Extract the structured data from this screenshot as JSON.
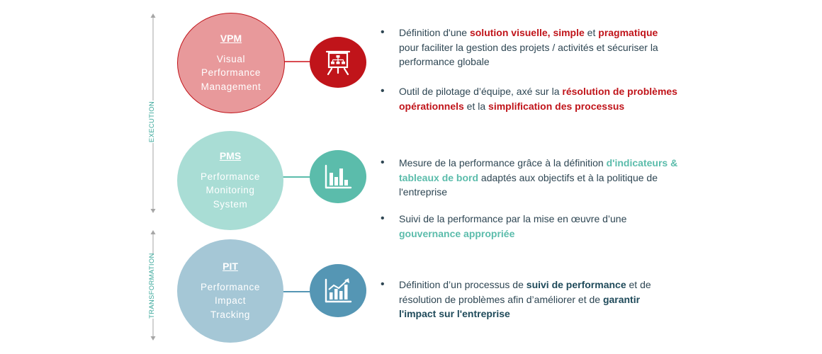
{
  "axis": {
    "execution_label": "EXECUTION",
    "transformation_label": "TRANSFORMATION",
    "color": "#3aa79a",
    "arrow_color": "#a6a6a6"
  },
  "rows": [
    {
      "abbr": "VPM",
      "lines": [
        "Visual",
        "Performance",
        "Management"
      ],
      "circle_color": "#e8999b",
      "border_color": "#c0141a",
      "icon_color": "#c0141a",
      "icon": "presentation-board-icon",
      "bullets": [
        [
          {
            "t": "Définition d'une ",
            "s": "n"
          },
          {
            "t": "solution visuelle, simple",
            "s": "red"
          },
          {
            "t": " et ",
            "s": "n"
          },
          {
            "t": "pragmatique",
            "s": "red"
          },
          {
            "t": " pour faciliter la gestion des projets / activités et sécuriser la performance globale",
            "s": "n"
          }
        ],
        [
          {
            "t": "Outil de pilotage d’équipe, axé sur la ",
            "s": "n"
          },
          {
            "t": "résolution de problèmes opérationnels",
            "s": "red"
          },
          {
            "t": " et la ",
            "s": "n"
          },
          {
            "t": "simplification des processus",
            "s": "red"
          }
        ]
      ]
    },
    {
      "abbr": "PMS",
      "lines": [
        "Performance",
        "Monitoring",
        "System"
      ],
      "circle_color": "#a9ddd5",
      "border_color": "#a9ddd5",
      "icon_color": "#5bbcab",
      "icon": "bar-chart-icon",
      "bullets": [
        [
          {
            "t": "Mesure de la performance grâce à la définition ",
            "s": "n"
          },
          {
            "t": "d'indicateurs & tableaux de bord",
            "s": "teal"
          },
          {
            "t": " adaptés aux objectifs et à la politique de l'entreprise",
            "s": "n"
          }
        ],
        [
          {
            "t": "Suivi de la performance par la mise en œuvre d’une ",
            "s": "n"
          },
          {
            "t": "gouvernance appropriée",
            "s": "teal"
          }
        ]
      ]
    },
    {
      "abbr": "PIT",
      "lines": [
        "Performance",
        "Impact",
        "Tracking"
      ],
      "circle_color": "#a5c7d6",
      "border_color": "#a5c7d6",
      "icon_color": "#5596b4",
      "icon": "growth-chart-icon",
      "bullets": [
        [
          {
            "t": "Définition d’un processus de ",
            "s": "n"
          },
          {
            "t": "suivi de performance",
            "s": "navy"
          },
          {
            "t": " et de résolution de problèmes afin d’améliorer et de ",
            "s": "n"
          },
          {
            "t": "garantir l'impact sur l'entreprise",
            "s": "navy"
          }
        ]
      ]
    }
  ]
}
